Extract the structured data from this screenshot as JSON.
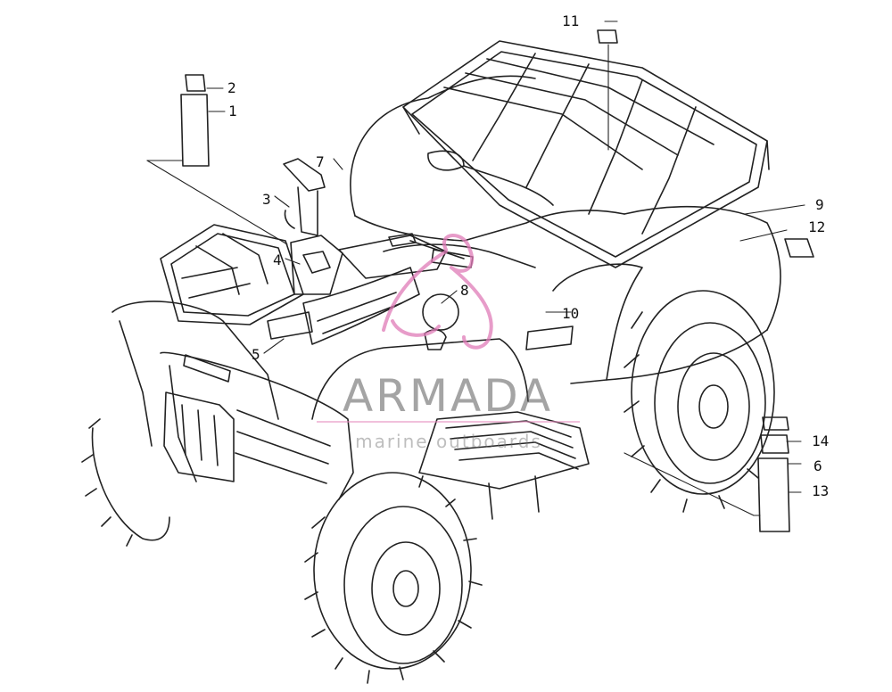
{
  "diagram": {
    "callouts": [
      "1",
      "2",
      "3",
      "4",
      "5",
      "6",
      "7",
      "8",
      "9",
      "10",
      "11",
      "12",
      "13",
      "14"
    ]
  },
  "watermark": {
    "title": "ARMADA",
    "subtitle": "marine outboards",
    "logo_color": "#e07bb8"
  }
}
